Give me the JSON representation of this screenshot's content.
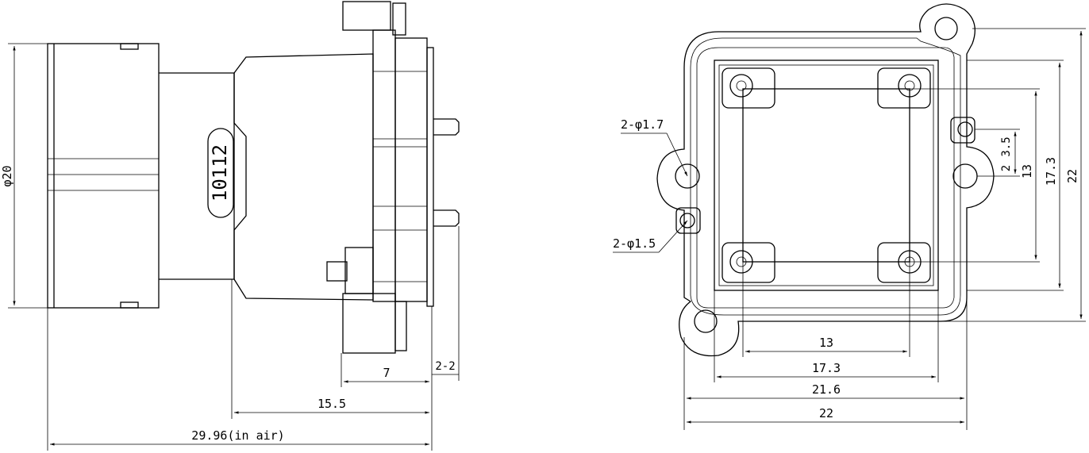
{
  "side_view": {
    "diameter_label": "φ20",
    "part_number": "10112",
    "dim_pin": "2-2",
    "dim_flange": "7",
    "dim_back_focal": "15.5",
    "dim_total": "29.96(in air)"
  },
  "front_view": {
    "hole_large_label": "2-φ1.7",
    "hole_small_label": "2-φ1.5",
    "dim_h_13": "13",
    "dim_h_17_3": "17.3",
    "dim_h_21_6": "21.6",
    "dim_h_22": "22",
    "dim_v_3_5": "3.5",
    "dim_v_2": "2",
    "dim_v_13": "13",
    "dim_v_17_3": "17.3",
    "dim_v_22": "22"
  }
}
